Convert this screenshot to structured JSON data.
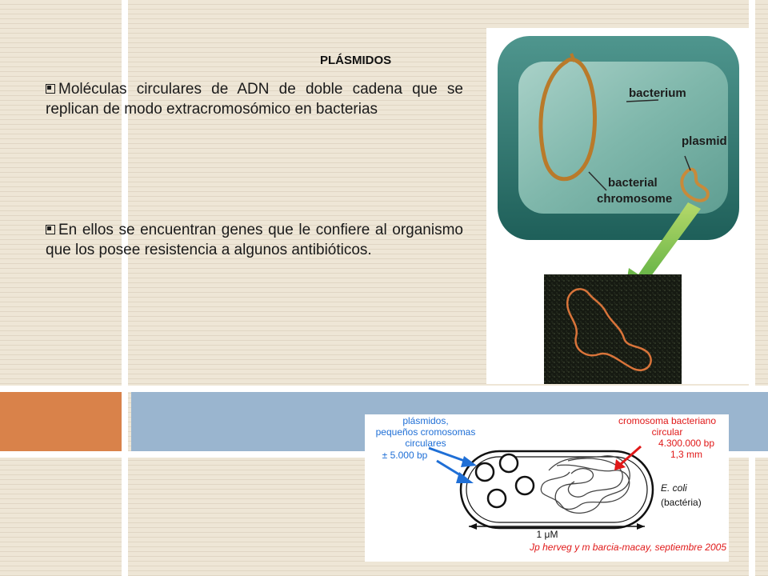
{
  "slide": {
    "title": "PLÁSMIDOS",
    "bullets": [
      "Moléculas circulares de ADN de doble cadena que se replican de modo extracromosómico en bacterias",
      "En ellos se encuentran genes que le confiere al organismo que los posee resistencia a algunos antibióticos."
    ]
  },
  "bacterium_figure": {
    "label_bacterium": "bacterium",
    "label_plasmid": "plasmid",
    "label_chromosome_1": "bacterial",
    "label_chromosome_2": "chromosome"
  },
  "ecoli_diagram": {
    "plasmid_label_1": "plásmidos,",
    "plasmid_label_2": "pequeños cromosomas",
    "plasmid_label_3": "circulares",
    "plasmid_label_4": "± 5.000 bp",
    "chromosome_label_1": "cromosoma bacteriano",
    "chromosome_label_2": "circular",
    "chromosome_label_3": "4.300.000 bp",
    "chromosome_label_4": "1,3 mm",
    "species": "E. coli",
    "species_note": "(bactéria)",
    "scale": "1 μM",
    "credit": "Jp herveg y m barcia-macay, septiembre 2005"
  },
  "colors": {
    "background": "#eee6d6",
    "accent_orange": "#d9824a",
    "accent_blue": "#9ab5cf",
    "plasmid_blue": "#1f6fd6",
    "chromosome_red": "#e01818"
  }
}
